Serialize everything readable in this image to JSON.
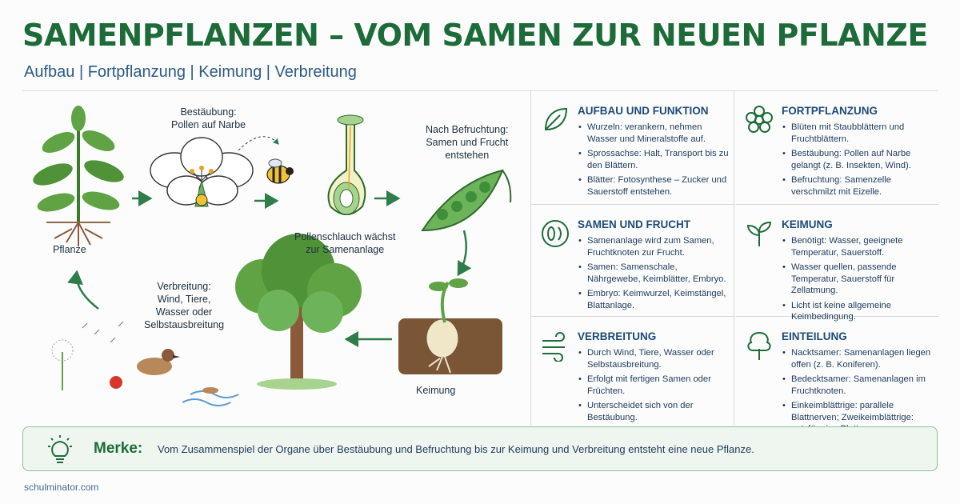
{
  "header": {
    "title": "SAMENPFLANZEN – VOM SAMEN ZUR NEUEN PFLANZE",
    "subtitle": "Aufbau | Fortpflanzung | Keimung | Verbreitung"
  },
  "diagram": {
    "labels": {
      "pflanze": "Pflanze",
      "bestaeubung": "Bestäubung:\nPollen auf Narbe",
      "pollenschlauch": "Pollenschlauch wächst\nzur Samenanlage",
      "befruchtung": "Nach Befruchtung:\nSamen und Frucht\nentstehen",
      "keimung": "Keimung",
      "verbreitung": "Verbreitung:\nWind, Tiere,\nWasser oder\nSelbstausbreitung"
    }
  },
  "cards": [
    {
      "icon": "leaf-icon",
      "title": "AUFBAU UND FUNKTION",
      "items": [
        "Wurzeln: verankern, nehmen Wasser und Mineralstoffe auf.",
        "Sprossachse: Halt, Transport bis zu den Blättern.",
        "Blätter: Fotosynthese – Zucker und Sauerstoff entstehen."
      ]
    },
    {
      "icon": "flower-icon",
      "title": "FORTPFLANZUNG",
      "items": [
        "Blüten mit Staubblättern und Fruchtblättern.",
        "Bestäubung: Pollen auf Narbe gelangt (z. B. Insekten, Wind).",
        "Befruchtung: Samenzelle verschmilzt mit Eizelle."
      ]
    },
    {
      "icon": "seed-icon",
      "title": "SAMEN UND FRUCHT",
      "items": [
        "Samenanlage wird zum Samen, Fruchtknoten zur Frucht.",
        "Samen: Samenschale, Nährgewebe, Keimblätter, Embryo.",
        "Embryo: Keimwurzel, Keimstängel, Blattanlage."
      ]
    },
    {
      "icon": "sprout-icon",
      "title": "KEIMUNG",
      "items": [
        "Benötigt: Wasser, geeignete Temperatur, Sauerstoff.",
        "Wasser quellen, passende Temperatur, Sauerstoff für Zellatmung.",
        "Licht ist keine allgemeine Keimbedingung."
      ]
    },
    {
      "icon": "wind-icon",
      "title": "VERBREITUNG",
      "items": [
        "Durch Wind, Tiere, Wasser oder Selbstausbreitung.",
        "Erfolgt mit fertigen Samen oder Früchten.",
        "Unterscheidet sich von der Bestäubung."
      ]
    },
    {
      "icon": "tree-icon",
      "title": "EINTEILUNG",
      "items": [
        "Nacktsamer: Samenanlagen liegen offen (z. B. Koniferen).",
        "Bedecktsamer: Samenanlagen im Fruchtknoten.",
        "Einkeimblättrige: parallele Blattnerven; Zweikeimblättrige: netzförmige Blattnerven."
      ]
    }
  ],
  "merke": {
    "label": "Merke:",
    "text": "Vom Zusammenspiel der Organe über Bestäubung und Befruchtung bis zur Keimung und Verbreitung entsteht eine neue Pflanze."
  },
  "footer": {
    "source": "schulminator.com"
  },
  "colors": {
    "title_green": "#1e6b3a",
    "text_blue": "#1e4a7a",
    "arrow_green": "#2e7d4a",
    "box_bg": "#eff6ef"
  }
}
